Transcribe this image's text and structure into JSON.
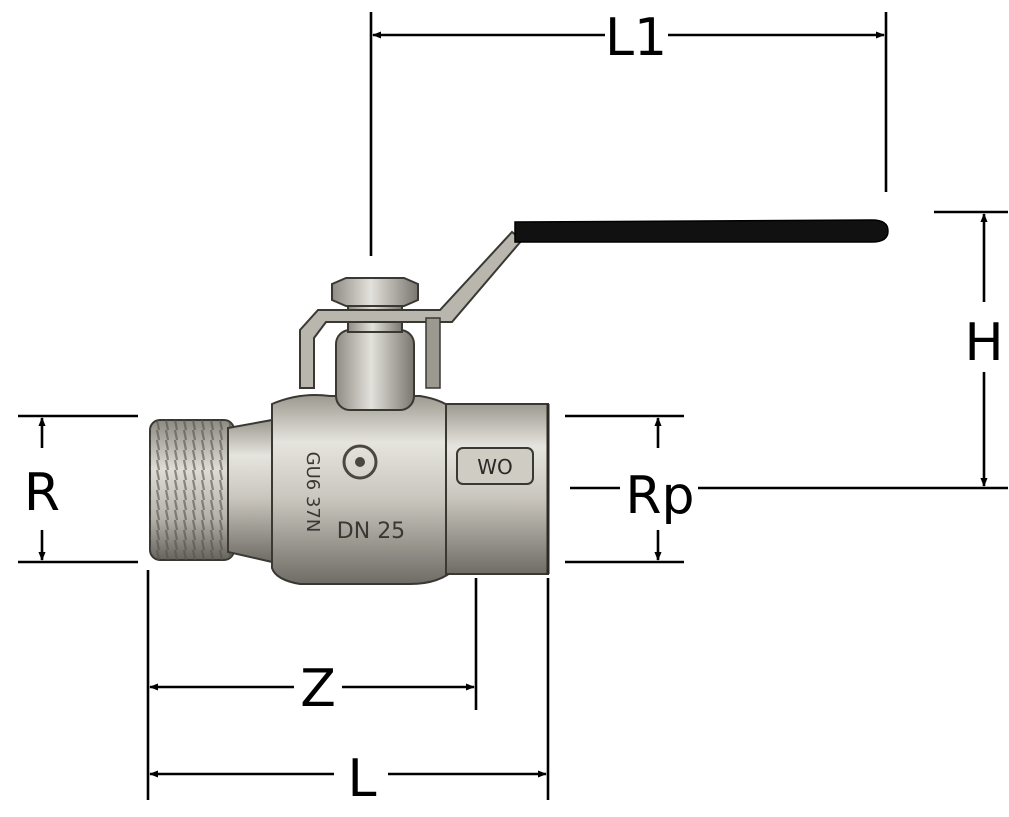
{
  "labels": {
    "l1": "L1",
    "h": "H",
    "r": "R",
    "rp": "Rp",
    "z": "Z",
    "l": "L"
  },
  "valve_markings": {
    "side_text": "GU6 37N",
    "size_text": "DN 25",
    "logo_text": "WO"
  },
  "icons": {
    "valve": "ball-valve-icon",
    "handle": "lever-handle-icon"
  },
  "colors": {
    "lines": "#000000",
    "brass_light": "#d8d6cf",
    "brass_mid": "#a9a69d",
    "brass_dark": "#6f6c65",
    "handle": "#111111"
  }
}
